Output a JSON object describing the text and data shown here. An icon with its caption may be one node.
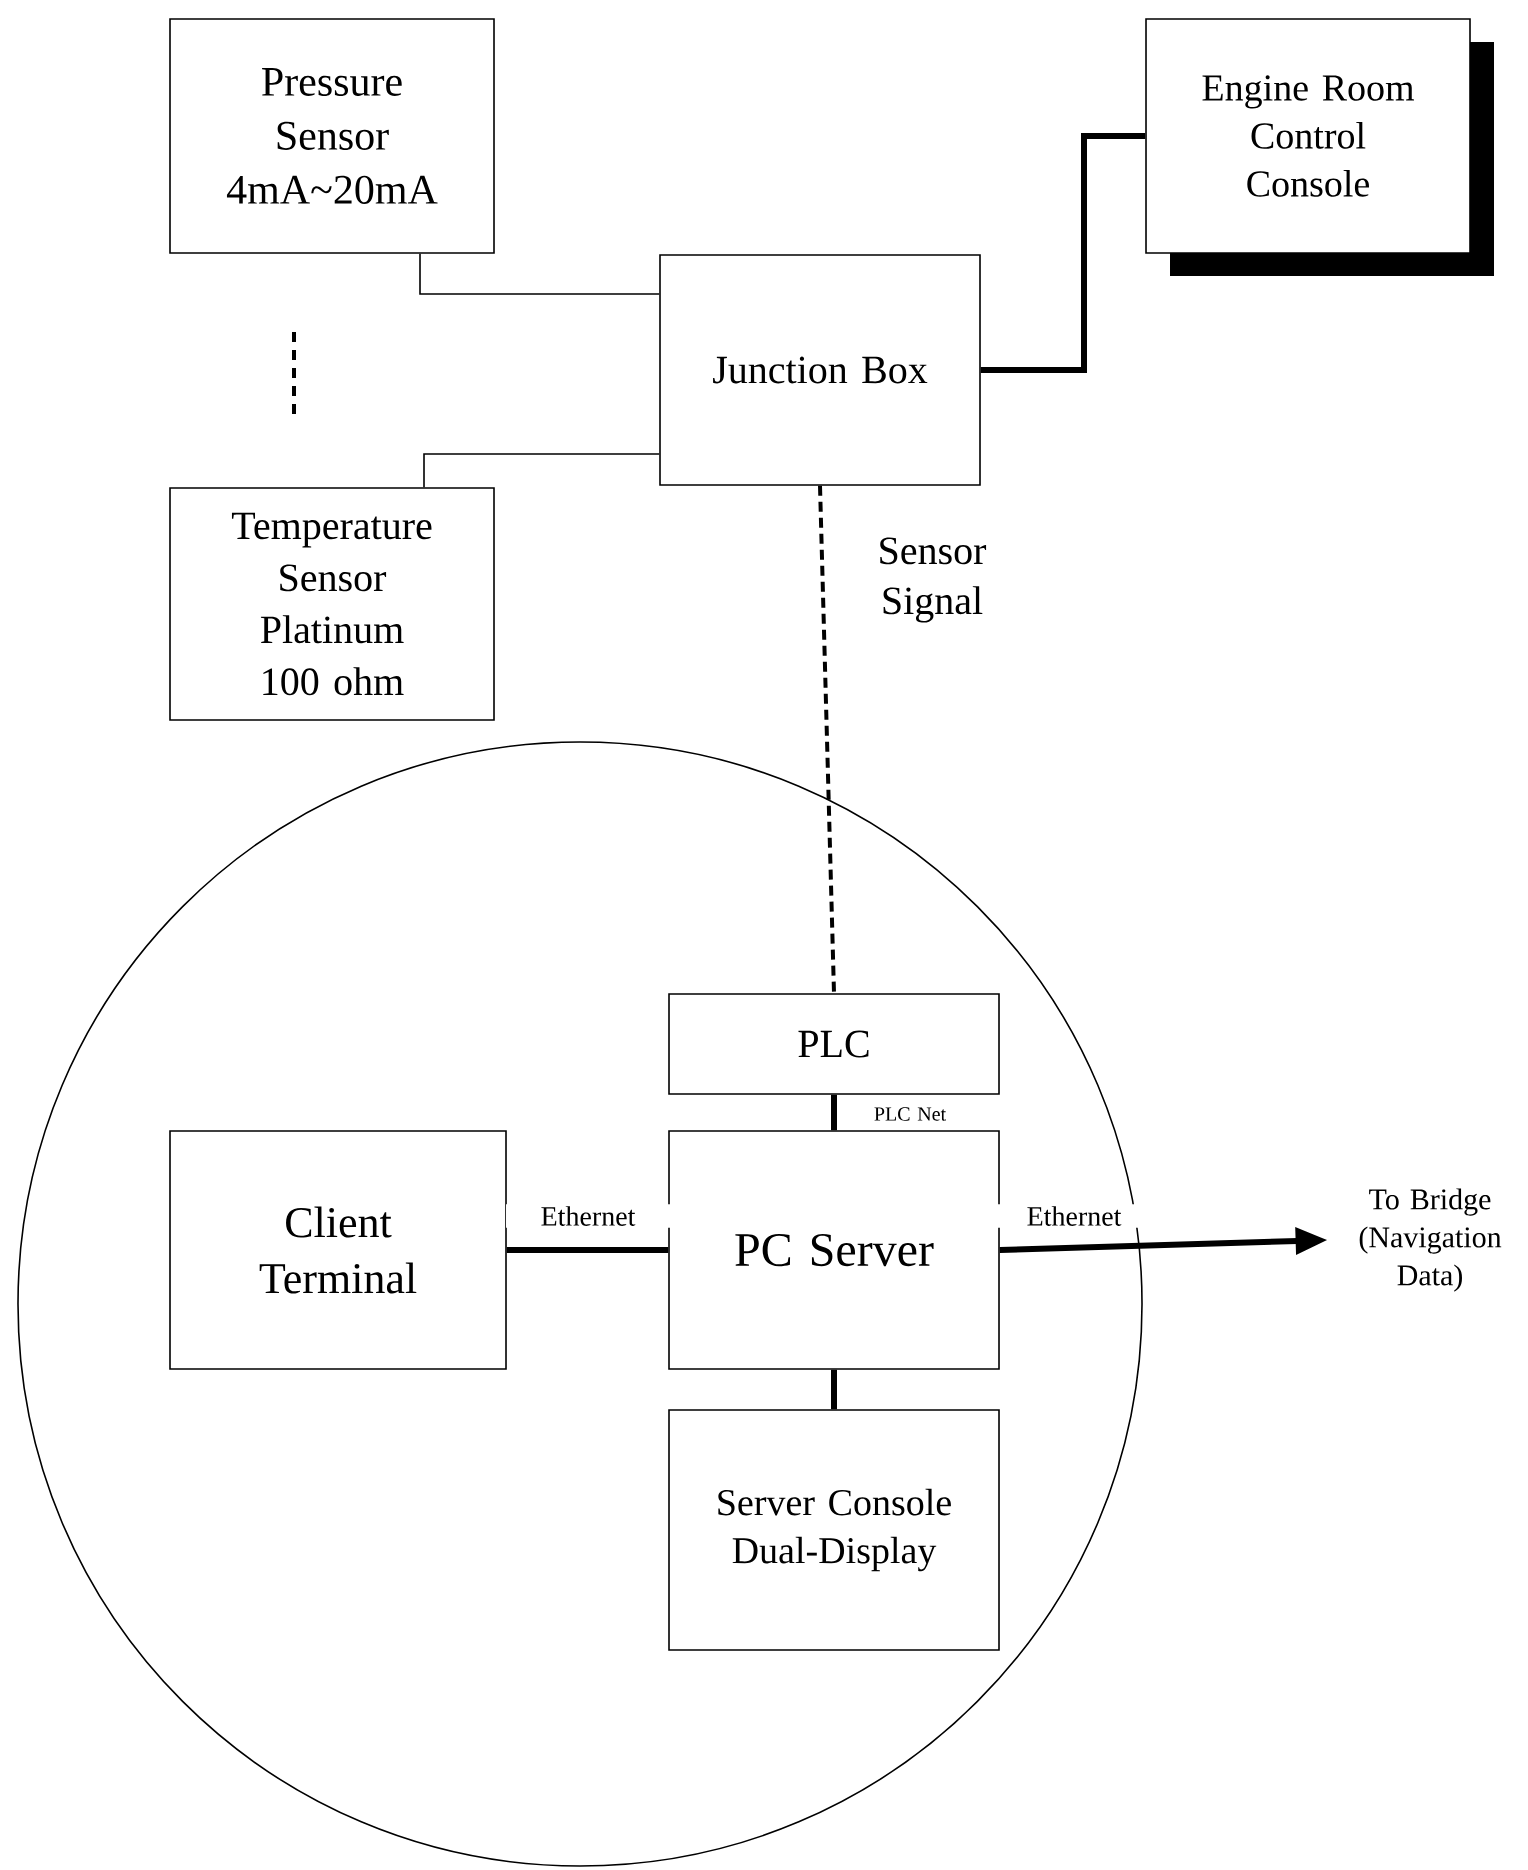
{
  "diagram": {
    "nodes": [
      {
        "text": [],
        "shape": "circle"
      },
      {
        "text": [
          "Pressure Sensor 4mA~20mA"
        ]
      },
      {
        "text": [
          "Temperature Sensor Platinum 100 ohm"
        ]
      },
      {
        "text": [
          "Junction Box"
        ]
      },
      {
        "text": [
          "Engine Room Control Console"
        ]
      },
      {
        "text": [
          "PLC"
        ],
        "in": 0
      },
      {
        "text": [
          "PC Server"
        ],
        "in": 0
      },
      {
        "text": [
          "Client Terminal"
        ],
        "in": 0
      },
      {
        "text": [
          "Server Console Dual-Display"
        ],
        "in": 0
      },
      {
        "text": [
          "To Bridge (Navigation Data)"
        ]
      }
    ],
    "edges": [
      {
        "from": 1,
        "to": 3,
        "arrow": "none"
      },
      {
        "from": 2,
        "to": 3,
        "arrow": "none"
      },
      {
        "from": 3,
        "to": 4,
        "arrow": "none"
      },
      {
        "from": 3,
        "to": 5,
        "arrow": "none",
        "style": "dashed",
        "label": "Sensor Signal"
      },
      {
        "from": 5,
        "to": 6,
        "arrow": "none",
        "label": "PLC Net"
      },
      {
        "from": 7,
        "to": 6,
        "arrow": "none",
        "label": "Ethernet"
      },
      {
        "from": 6,
        "to": 8,
        "arrow": "none"
      },
      {
        "from": 6,
        "to": 9,
        "arrow": "to",
        "label": "Ethernet"
      }
    ]
  }
}
